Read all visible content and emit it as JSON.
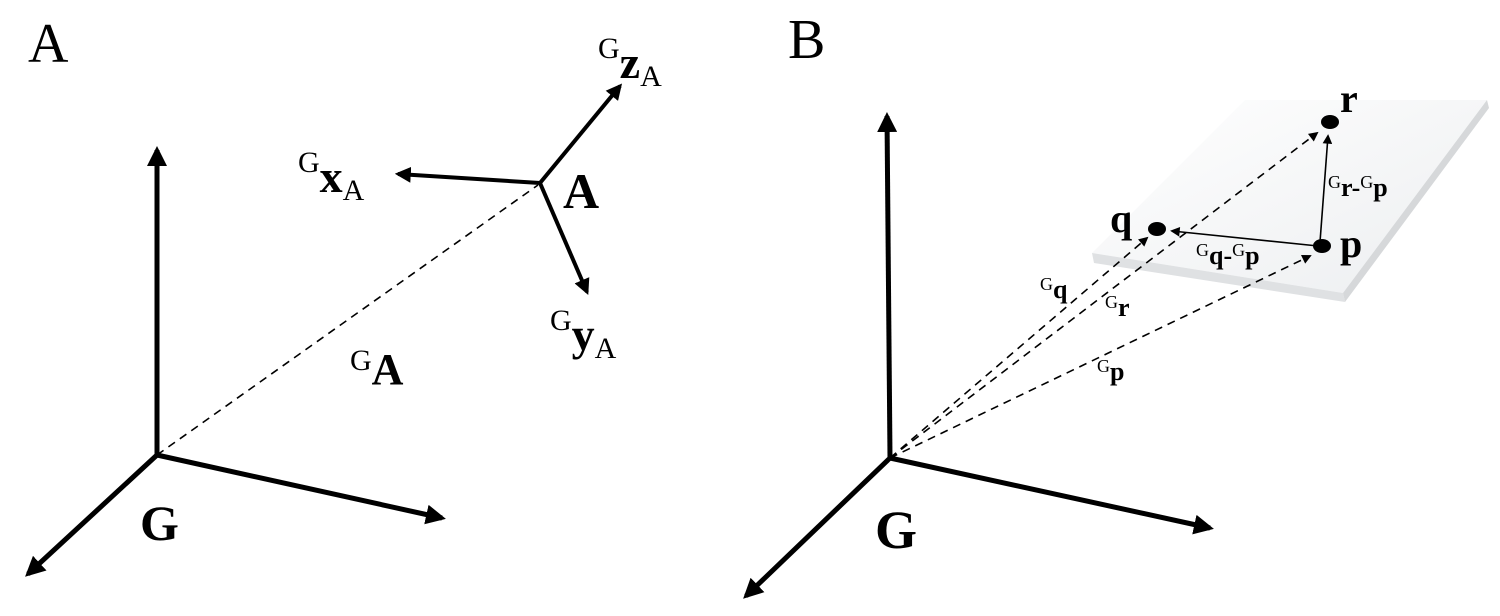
{
  "panel_a": {
    "label": "A",
    "origin_label": "G",
    "frame_label": "A",
    "position_vector": {
      "sup": "G",
      "main": "A"
    },
    "x_axis": {
      "sup": "G",
      "main": "x",
      "sub": "A"
    },
    "y_axis": {
      "sup": "G",
      "main": "y",
      "sub": "A"
    },
    "z_axis": {
      "sup": "G",
      "main": "z",
      "sub": "A"
    }
  },
  "panel_b": {
    "label": "B",
    "origin_label": "G",
    "points": {
      "q": "q",
      "p": "p",
      "r": "r"
    },
    "vectors": {
      "q": {
        "sup": "G",
        "main": "q"
      },
      "r": {
        "sup": "G",
        "main": "r"
      },
      "p": {
        "sup": "G",
        "main": "p"
      },
      "q_minus_p": {
        "sup1": "G",
        "main1": "q",
        "sep": "-",
        "sup2": "G",
        "main2": "p"
      },
      "r_minus_p": {
        "sup1": "G",
        "main1": "r",
        "sep": "-",
        "sup2": "G",
        "main2": "p"
      }
    }
  }
}
